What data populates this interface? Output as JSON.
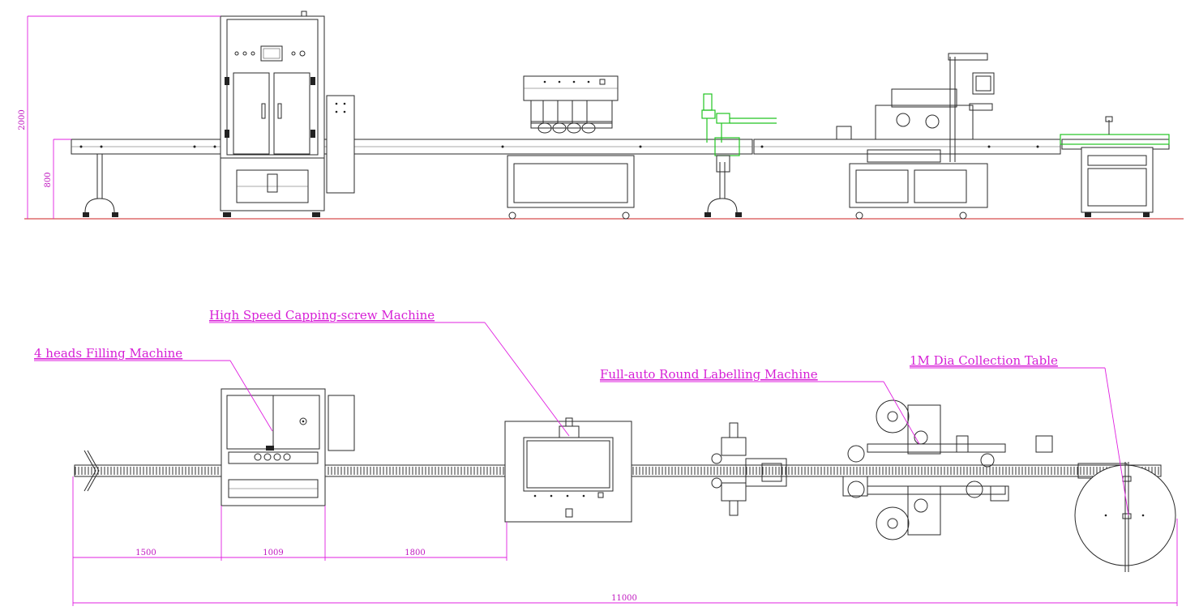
{
  "callouts": {
    "filling": "4 heads Filling Machine",
    "capping": "High Speed Capping-screw Machine",
    "labelling": "Full-auto Round Labelling Machine",
    "collection": "1M Dia Collection Table"
  },
  "dimensions": {
    "height_total": "2000",
    "height_conveyor": "800",
    "seg1": "1500",
    "seg2": "1009",
    "seg3": "1800",
    "total_length": "11000"
  },
  "colors": {
    "line": "#2a2a2a",
    "dimension": "#e020e0",
    "highlight": "#21c421",
    "ground": "#cc2222"
  }
}
